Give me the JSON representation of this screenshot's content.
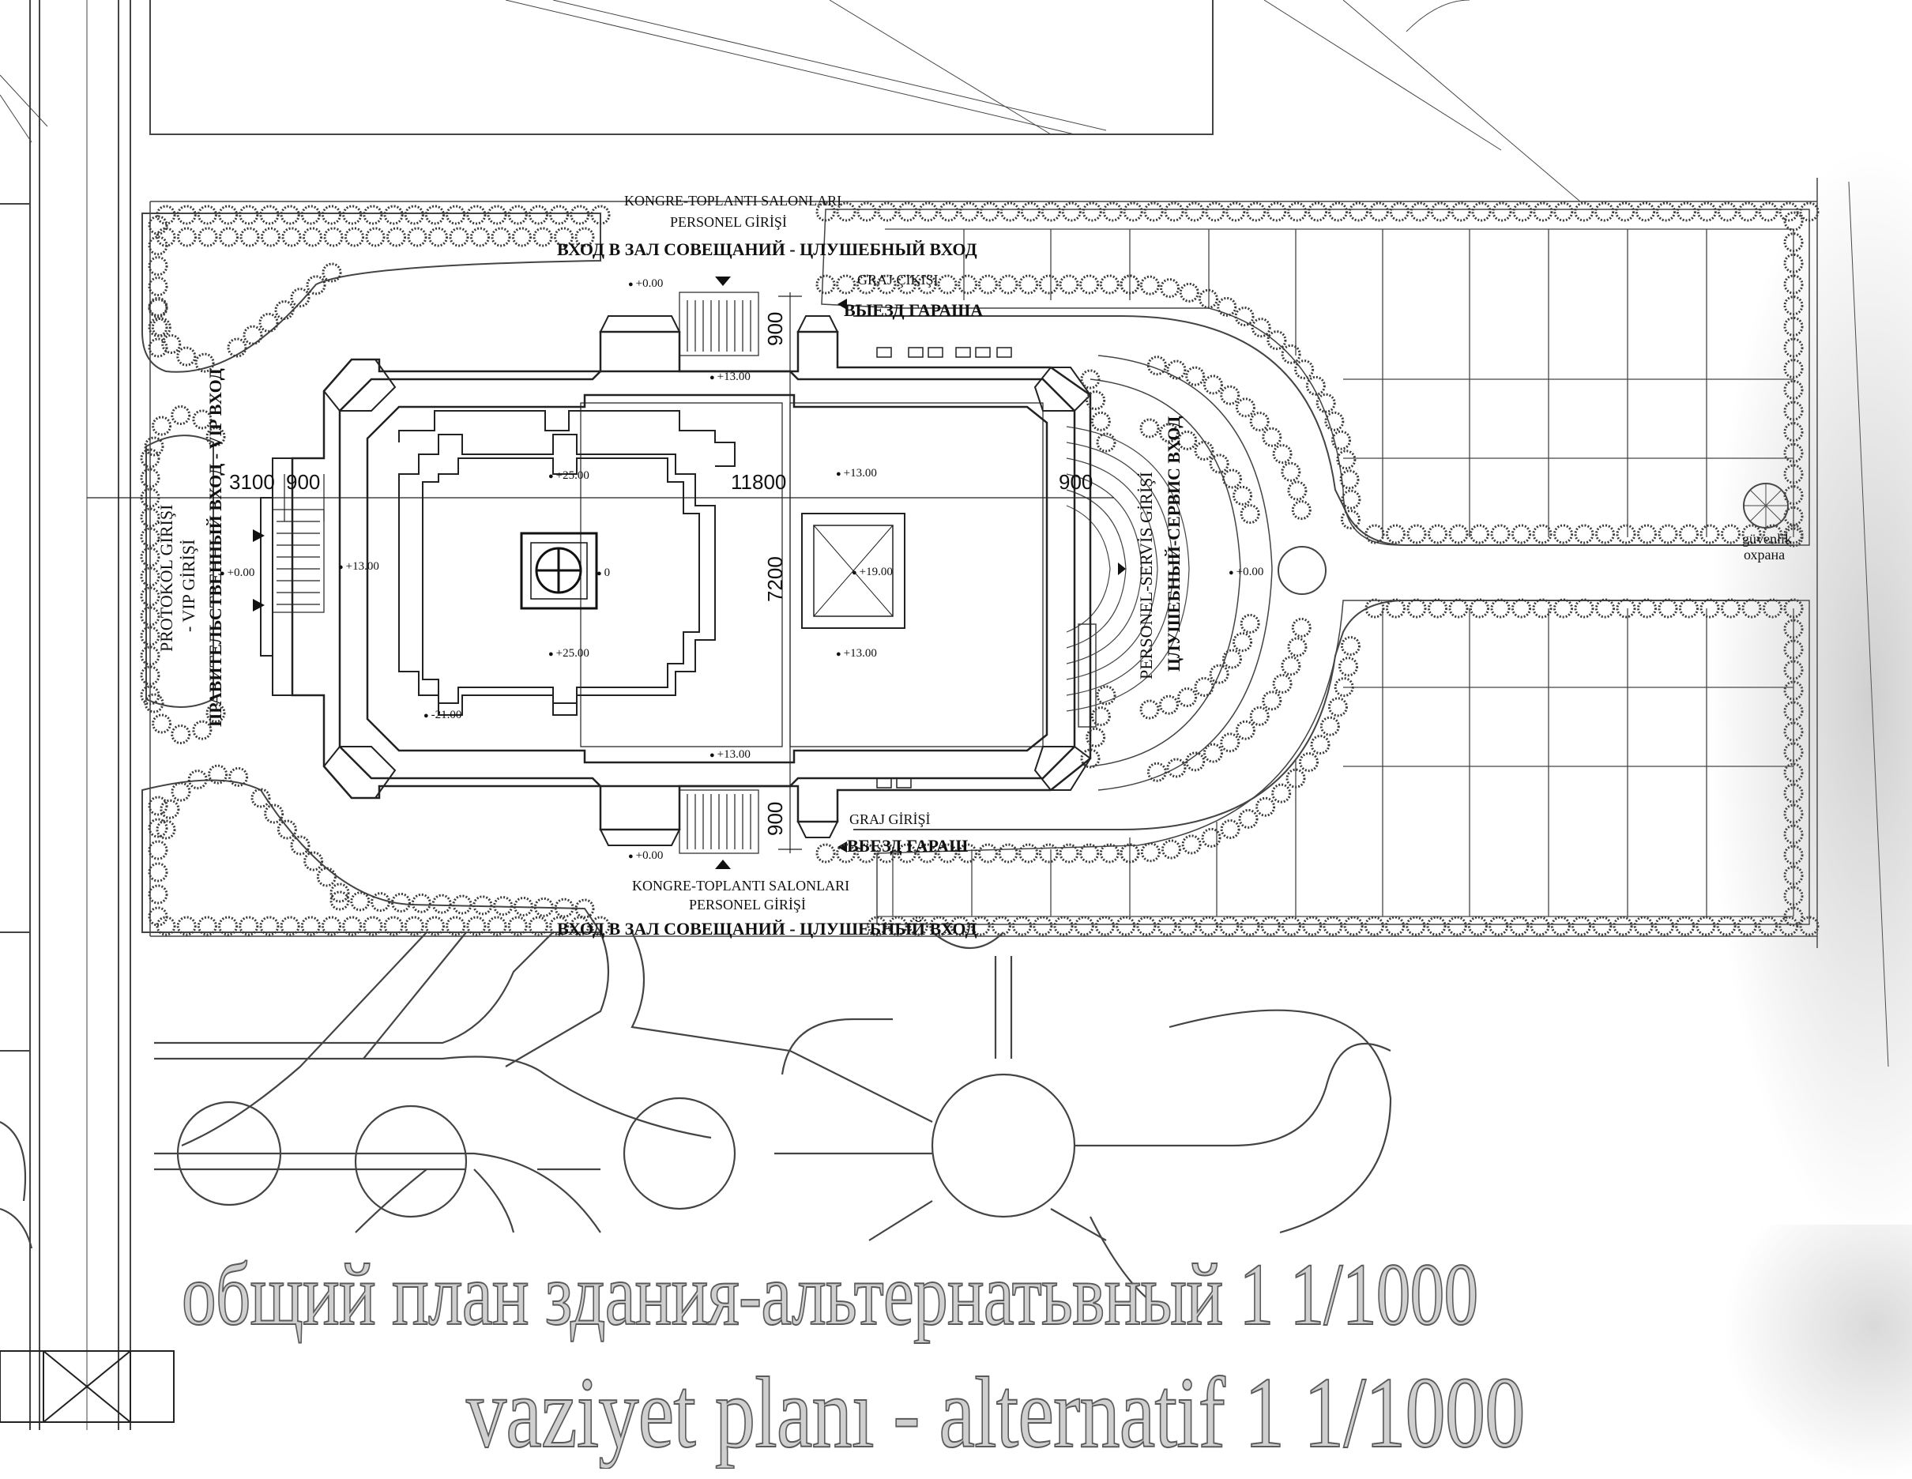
{
  "drawing": {
    "title_ru": "общий план здания-альтернатьвный 1 1/1000",
    "title_tr": "vaziyet planı - alternatif 1 1/1000"
  },
  "entrances": {
    "north_tr_line1": "KONGRE-TOPLANTI SALONLARI",
    "north_tr_line2": "PERSONEL GİRİŞİ",
    "north_ru": "ВХОД В ЗАЛ СОВЕЩАНИЙ - ЦЛУШЕБНЫЙ ВХОД",
    "south_tr_line1": "KONGRE-TOPLANTI SALONLARI",
    "south_tr_line2": "PERSONEL GİRİŞİ",
    "south_ru": "ВХОД В ЗАЛ СОВЕЩАНИЙ - ЦЛУШЕБНЫЙ ВХОД",
    "garage_exit_tr": "GRAJ ÇIKIŞI",
    "garage_exit_ru": "ВЫЕЗД ГАРАША",
    "garage_entry_tr": "GRAJ GİRİŞİ",
    "garage_entry_ru": "ВБЕЗД ГАРАШ",
    "vip_tr_line1": "PROTOKOL GİRİŞİ",
    "vip_tr_line2": "- VIP GİRİŞİ",
    "vip_ru": "ПРАВИТЕЛЬСТВЕННЫЙ ВХОД - VIP ВХОД",
    "service_tr": "PERSONEL-SERVİS GİRİŞİ",
    "service_ru": "ЦЛУШЕБНЫЙ-СЕРВИС ВХОД",
    "security_tr": "güvenlik",
    "security_ru": "охрана"
  },
  "dimensions": {
    "d3100": "3100",
    "d900_left": "900",
    "d11800": "11800",
    "d900_right": "900",
    "d900_top": "900",
    "d900_bottom": "900",
    "d7200": "7200"
  },
  "elevations": {
    "e_north_ground": "+0.00",
    "e_north_upper": "+13.00",
    "e_west": "+13.00",
    "e_west_ground": "+0.00",
    "e_hall_top": "+25.00",
    "e_hall_bottom": "+25.00",
    "e_east_top": "+13.00",
    "e_east_dome": "+19.00",
    "e_east_bottom": "+13.00",
    "e_south_upper": "+13.00",
    "e_south_ground": "+0.00",
    "e_basement": "-21.00",
    "e_service": "+0.00",
    "e_hall_center": "0"
  },
  "colors": {
    "line": "#222222",
    "thin_line": "#555555",
    "tree": "#3a3a3a",
    "title_fill": "#cfcfcf",
    "title_stroke": "#5a5a5a"
  }
}
